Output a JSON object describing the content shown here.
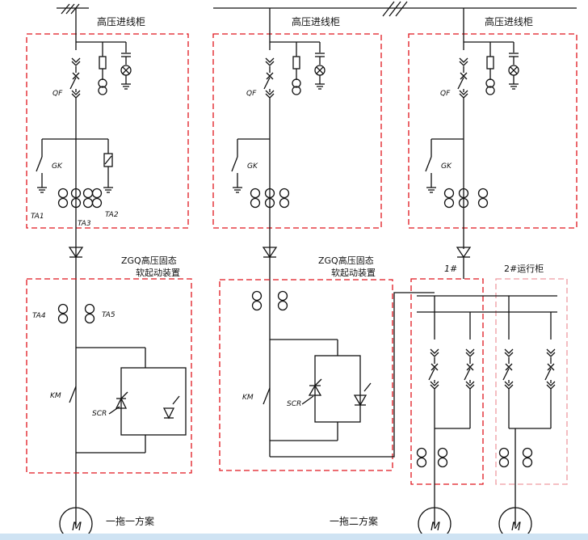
{
  "panels": {
    "incoming_1": "高压进线柜",
    "incoming_2": "高压进线柜",
    "incoming_3": "高压进线柜"
  },
  "devices": {
    "qf": "QF",
    "gk": "GK",
    "ta1": "TA1",
    "ta2": "TA2",
    "ta3": "TA3",
    "ta4": "TA4",
    "ta5": "TA5",
    "km": "KM",
    "scr": "SCR",
    "motor": "M"
  },
  "soft_starter": {
    "line1": "ZGQ高压固态",
    "line2": "软起动装置"
  },
  "cabinets": {
    "no1": "1#",
    "no2": "2#运行柜"
  },
  "schemes": {
    "one_to_one": "一拖一方案",
    "one_to_two": "一拖二方案"
  }
}
